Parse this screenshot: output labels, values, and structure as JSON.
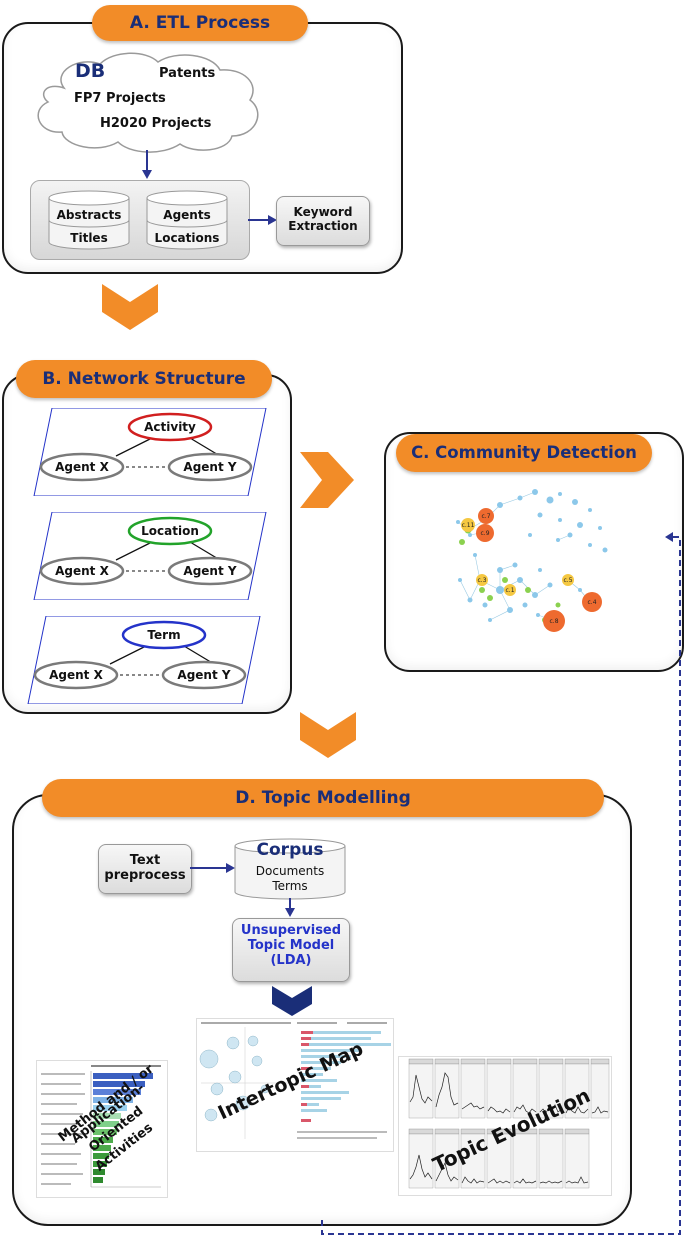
{
  "etl": {
    "title": "A. ETL Process",
    "cloud": {
      "db_label": "DB",
      "patents": "Patents",
      "fp7": "FP7 Projects",
      "h2020": "H2020 Projects"
    },
    "cyl1": {
      "top": "Abstracts",
      "bottom": "Titles"
    },
    "cyl2": {
      "top": "Agents",
      "bottom": "Locations"
    },
    "keyword_box": {
      "line1": "Keyword",
      "line2": "Extraction"
    }
  },
  "network": {
    "title": "B. Network Structure",
    "graphs": [
      {
        "center": "Activity",
        "left": "Agent X",
        "right": "Agent Y",
        "center_color": "#d11f1f"
      },
      {
        "center": "Location",
        "left": "Agent X",
        "right": "Agent Y",
        "center_color": "#22a32a"
      },
      {
        "center": "Term",
        "left": "Agent X",
        "right": "Agent Y",
        "center_color": "#2433c9"
      }
    ]
  },
  "community": {
    "title": "C. Community Detection",
    "labels": [
      "c.7",
      "c.9",
      "c.1",
      "c.5",
      "c.4",
      "c.8",
      "c.3",
      "c.11"
    ]
  },
  "topic": {
    "title": "D. Topic Modelling",
    "text_box": {
      "line1": "Text",
      "line2": "preprocess"
    },
    "corpus": {
      "title": "Corpus",
      "line1": "Documents",
      "line2": "Terms"
    },
    "lda_box": {
      "line1": "Unsupervised",
      "line2": "Topic Model",
      "line3": "(LDA)"
    },
    "overlays": {
      "method1": "Method and / or",
      "method2": "Application-",
      "method3": "Oriented",
      "method4": "Activities",
      "intertopic": "Intertopic Map",
      "evolution": "Topic Evolution"
    }
  },
  "colors": {
    "orange": "#f28c28",
    "navy": "#1a2e78",
    "arrow": "#2a3592"
  }
}
